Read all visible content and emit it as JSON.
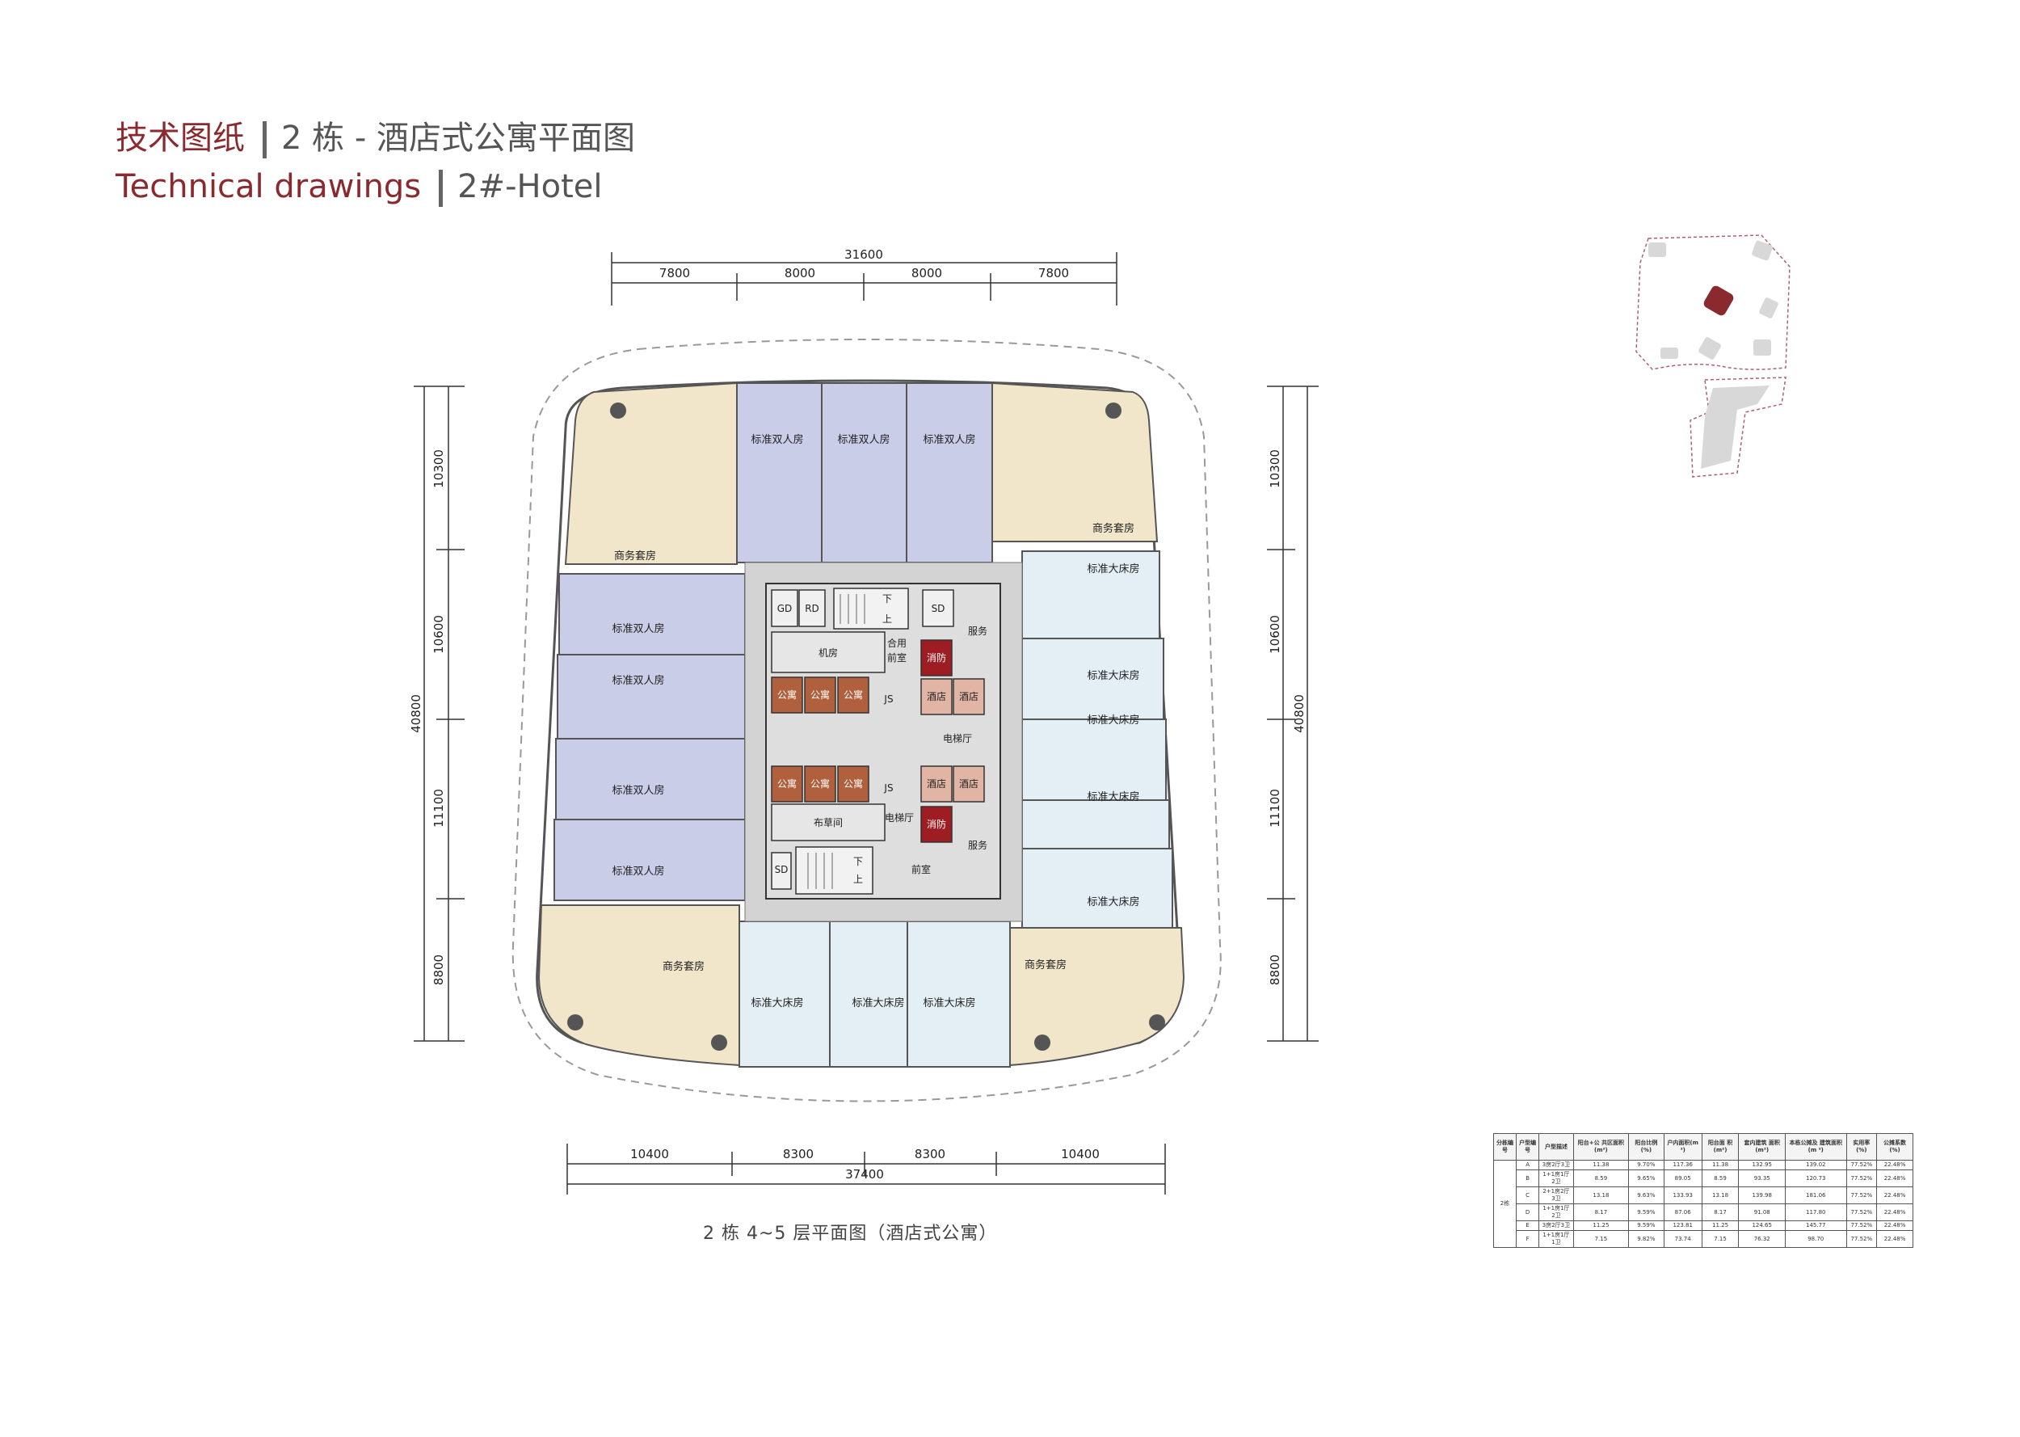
{
  "header": {
    "cn_title": "技术图纸",
    "cn_subtitle": "2 栋 - 酒店式公寓平面图",
    "en_title": "Technical drawings",
    "en_subtitle": "2#-Hotel"
  },
  "dimensions": {
    "top_total": "31600",
    "top_segments": [
      "7800",
      "8000",
      "8000",
      "7800"
    ],
    "left_total": "40800",
    "left_segments": [
      "10300",
      "10600",
      "11100",
      "8800"
    ],
    "right_total": "40800",
    "right_segments": [
      "10300",
      "10600",
      "11100",
      "8800"
    ],
    "bottom_total": "37400",
    "bottom_segments": [
      "10400",
      "8300",
      "8300",
      "10400"
    ]
  },
  "rooms": {
    "twin": "标准双人房",
    "king": "标准大床房",
    "suite": "商务套房",
    "machine_room": "机房",
    "shared_lobby_1": "合用",
    "shared_lobby_2": "前室",
    "fire_elevator": "消防",
    "apartment_elevator": "公寓",
    "hotel_elevator": "酒店",
    "elevator_hall": "电梯厅",
    "service": "服务",
    "linen_room": "布草间",
    "front_room": "前室",
    "gd": "GD",
    "rd": "RD",
    "sd": "SD",
    "js": "JS",
    "up": "上",
    "down": "下"
  },
  "caption": "2 栋 4~5 层平面图（酒店式公寓）",
  "table": {
    "headers": [
      "分栋编号",
      "户型编号",
      "户型描述",
      "阳台+公\n共区面积\n(m²)",
      "阳台比例\n(%)",
      "户内面积(m\n²)",
      "阳台面\n积(m²)",
      "套内建筑\n面积(m²)",
      "本栋公摊及\n建筑面积(m\n²)",
      "实用率(%)",
      "公摊系数\n(%)"
    ],
    "building": "2栋",
    "rows": [
      [
        "A",
        "3房2厅3卫",
        "11.38",
        "9.70%",
        "117.36",
        "11.38",
        "132.95",
        "139.02",
        "77.52%",
        "22.48%"
      ],
      [
        "B",
        "1+1房1厅2卫",
        "8.59",
        "9.65%",
        "89.05",
        "8.59",
        "93.35",
        "120.73",
        "77.52%",
        "22.48%"
      ],
      [
        "C",
        "2+1房2厅3卫",
        "13.18",
        "9.63%",
        "133.93",
        "13.18",
        "139.98",
        "181.06",
        "77.52%",
        "22.48%"
      ],
      [
        "D",
        "1+1房1厅2卫",
        "8.17",
        "9.59%",
        "87.06",
        "8.17",
        "91.08",
        "117.80",
        "77.52%",
        "22.48%"
      ],
      [
        "E",
        "3房2厅3卫",
        "11.25",
        "9.59%",
        "123.81",
        "11.25",
        "124.65",
        "145.77",
        "77.52%",
        "22.48%"
      ],
      [
        "F",
        "1+1房1厅1卫",
        "7.15",
        "9.82%",
        "73.74",
        "7.15",
        "76.32",
        "98.70",
        "77.52%",
        "22.48%"
      ]
    ]
  },
  "colors": {
    "accent": "#8b2a2e",
    "twin_room": "#c9cde8",
    "king_room": "#e4eef5",
    "suite_room": "#f1e6c9",
    "core": "#d3d3d3",
    "elevator_apartment": "#b0603c",
    "elevator_hotel": "#e2b4a4",
    "elevator_fire": "#9e1d22"
  }
}
